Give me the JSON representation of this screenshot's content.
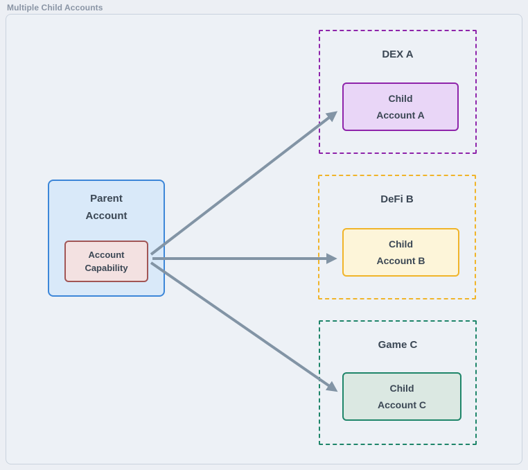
{
  "page": {
    "title": "Multiple Child Accounts"
  },
  "parent": {
    "title_line1": "Parent",
    "title_line2": "Account",
    "capability_line1": "Account",
    "capability_line2": "Capability",
    "fill": "#d9e9f9",
    "border": "#3c86d8",
    "capability_fill": "#f3e1e1",
    "capability_border": "#a15555"
  },
  "groups": [
    {
      "title": "DEX A",
      "child_line1": "Child",
      "child_line2": "Account A",
      "accent": "#8e24aa",
      "child_fill": "#e9d6f7"
    },
    {
      "title": "DeFi B",
      "child_line1": "Child",
      "child_line2": "Account B",
      "accent": "#f0b429",
      "child_fill": "#fdf5d9"
    },
    {
      "title": "Game C",
      "child_line1": "Child",
      "child_line2": "Account C",
      "accent": "#1e8569",
      "child_fill": "#dbe8e2"
    }
  ],
  "arrows": {
    "color": "#8294a5",
    "count": 3,
    "from": "Account Capability",
    "to": [
      "Child Account A",
      "Child Account B",
      "Child Account C"
    ]
  },
  "colors": {
    "board_background": "#edf1f6",
    "board_border": "#c9d2dd",
    "page_background": "#eceff4",
    "text": "#3b4754",
    "label_text": "#8a95a5"
  }
}
